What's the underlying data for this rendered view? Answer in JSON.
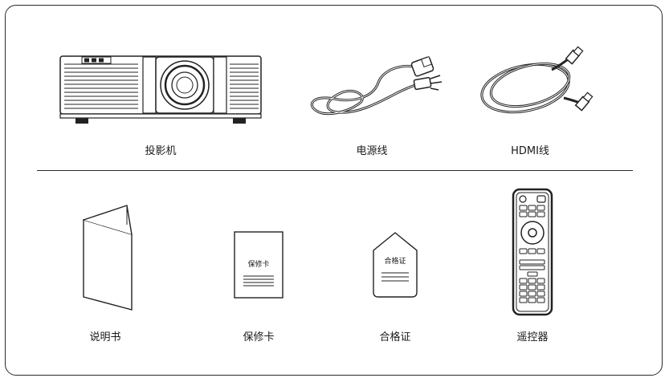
{
  "top_row": [
    {
      "label": "投影机",
      "icon": "projector"
    },
    {
      "label": "电源线",
      "icon": "power-cable"
    },
    {
      "label": "HDMI线",
      "icon": "hdmi-cable"
    }
  ],
  "bottom_row": [
    {
      "label": "说明书",
      "icon": "manual-booklet"
    },
    {
      "label": "保修卡",
      "icon": "warranty-card"
    },
    {
      "label": "合格证",
      "icon": "certificate-tag"
    },
    {
      "label": "遥控器",
      "icon": "remote-control"
    }
  ],
  "warranty_card_text": "保修卡",
  "certificate_tag_text": "合格证"
}
